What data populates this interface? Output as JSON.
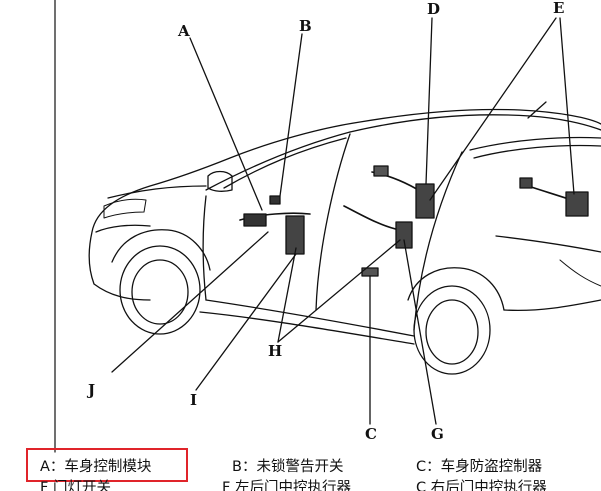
{
  "labels": {
    "A": "A",
    "B": "B",
    "C": "C",
    "D": "D",
    "E": "E",
    "G": "G",
    "H": "H",
    "I": "I",
    "J": "J"
  },
  "legend": {
    "row1": [
      "A：车身控制模块",
      "B：未锁警告开关",
      "C：车身防盗控制器"
    ],
    "row2_partial": [
      "F  门灯开关",
      "F  左后门中控执行器",
      "C  右后门中控执行器"
    ]
  },
  "highlight_color": "#e0242a"
}
